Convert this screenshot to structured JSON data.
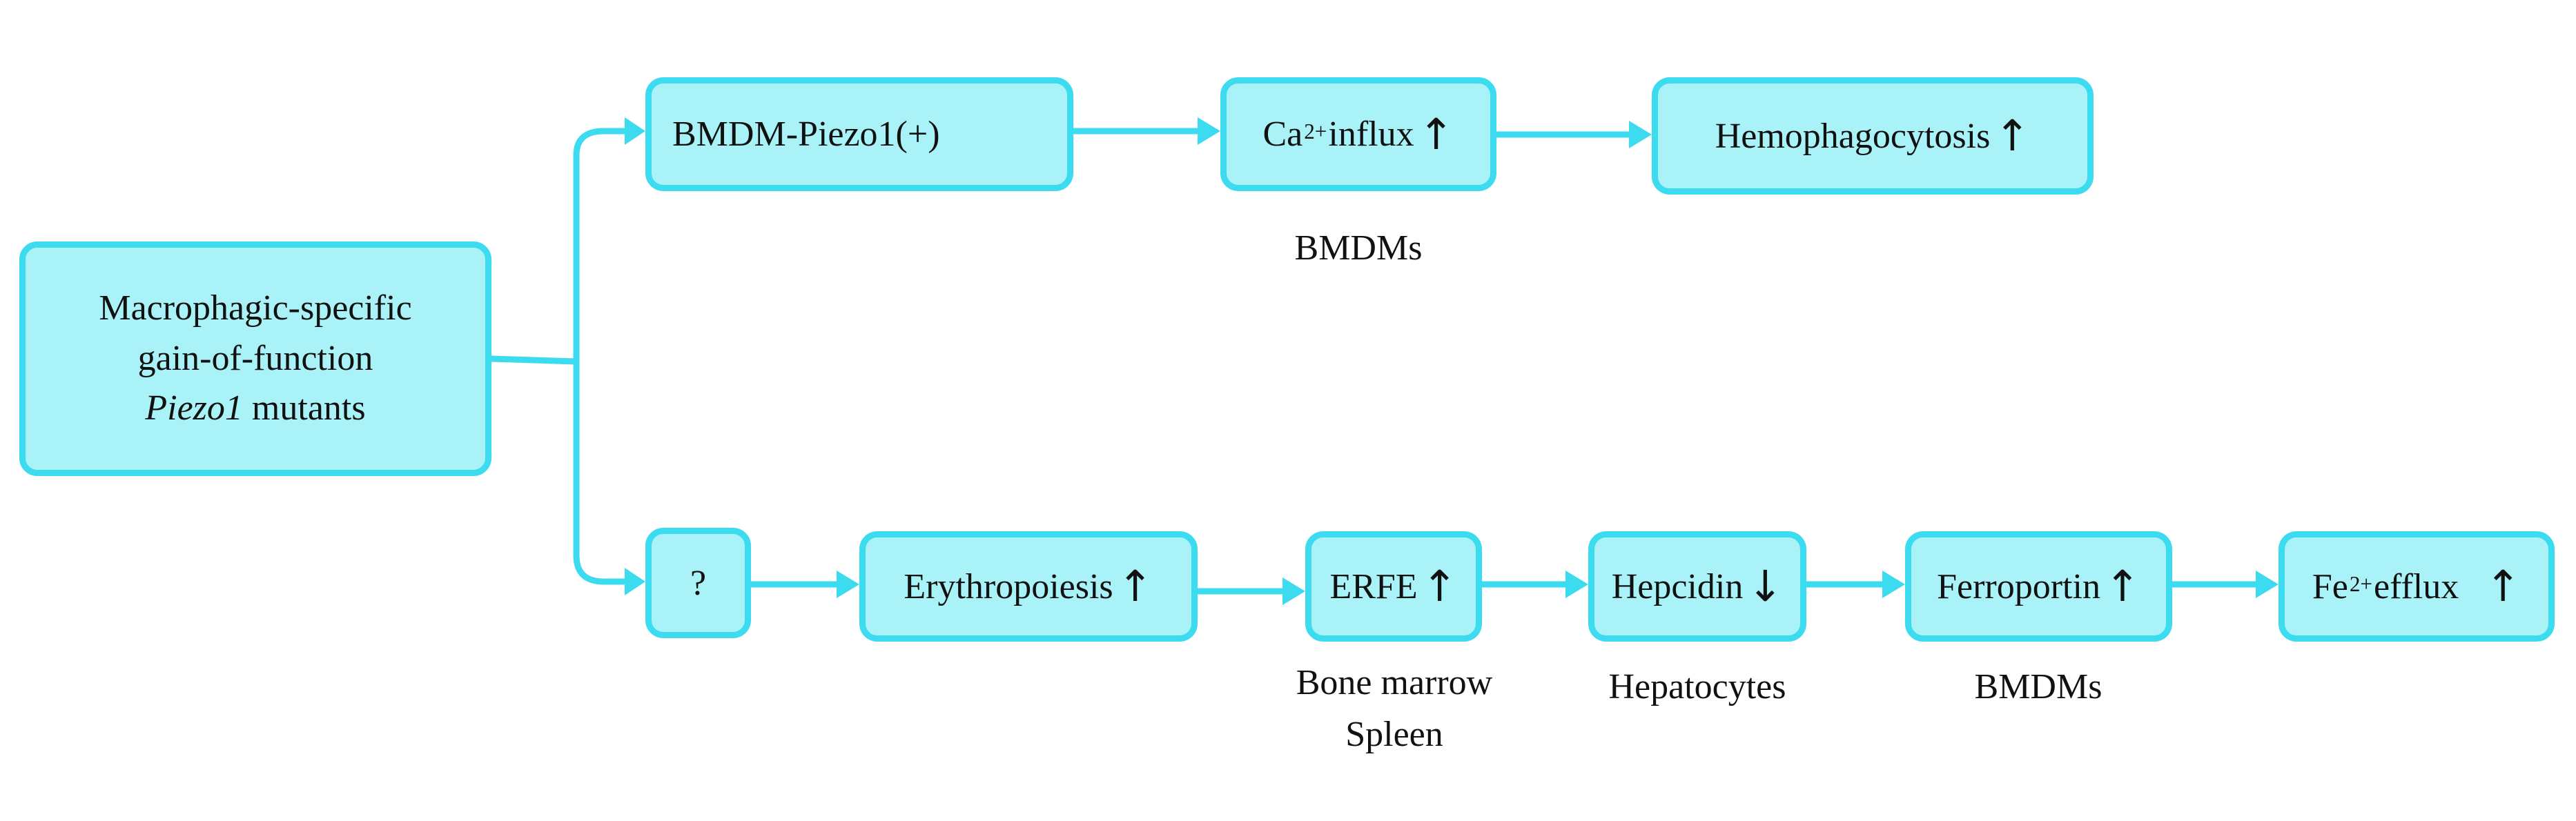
{
  "source_box": {
    "line1": "Macrophagic-specific",
    "line2": "gain-of-function",
    "line3_italic": "Piezo1",
    "line3_rest": " mutants"
  },
  "top_path": {
    "bmdm_piezo": "BMDM-Piezo1(+)",
    "calcium": {
      "base": "Ca",
      "sup": "2+",
      "rest": " influx",
      "arrow": "↑"
    },
    "hemophagocytosis": {
      "text": "Hemophagocytosis",
      "arrow": "↑"
    },
    "calcium_caption": "BMDMs"
  },
  "bottom_path": {
    "unknown": "?",
    "erythropoiesis": {
      "text": "Erythropoiesis",
      "arrow": "↑"
    },
    "erfe": {
      "text": "ERFE",
      "arrow": "↑"
    },
    "hepcidin": {
      "text": "Hepcidin",
      "arrow": "↓"
    },
    "ferroportin": {
      "text": "Ferroportin",
      "arrow": "↑"
    },
    "iron": {
      "base": "Fe",
      "sup": "2+",
      "rest": " efflux",
      "arrow": "↑"
    },
    "erfe_caption_1": "Bone marrow",
    "erfe_caption_2": "Spleen",
    "hepcidin_caption": "Hepatocytes",
    "ferroportin_caption": "BMDMs"
  },
  "colors": {
    "box_fill": "#a8f2f8",
    "box_border": "#3ddbf0",
    "connector": "#3ddbf0"
  }
}
